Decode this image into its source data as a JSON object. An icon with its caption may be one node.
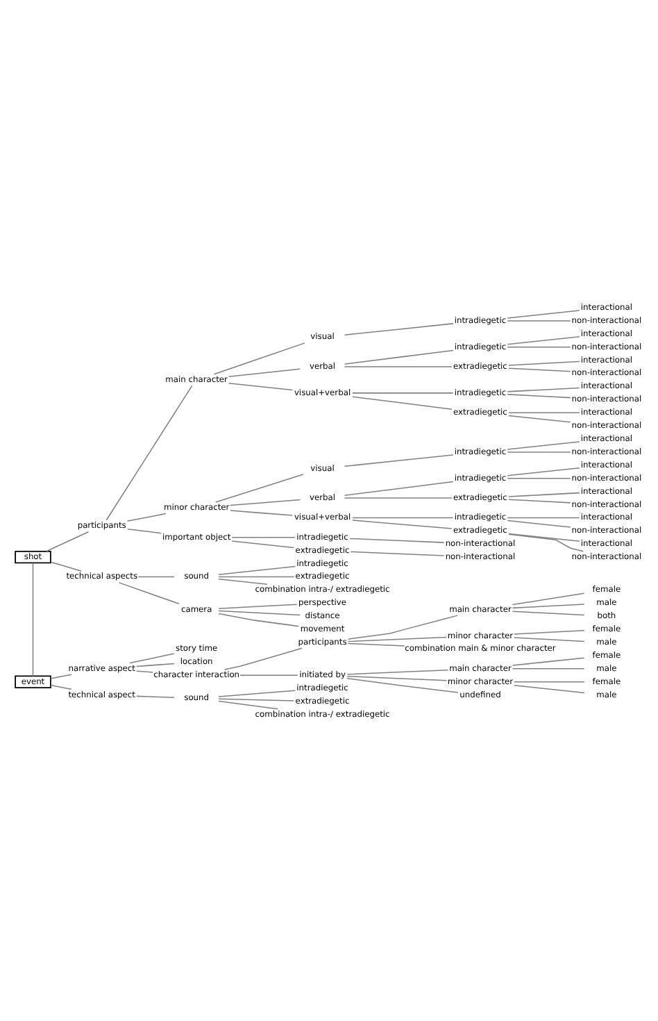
{
  "diagram": {
    "nodes": [
      {
        "text": [
          "shot"
        ]
      },
      {
        "text": [
          "participants"
        ]
      },
      {
        "text": [
          "main character"
        ]
      },
      {
        "text": [
          "visual"
        ]
      },
      {
        "text": [
          "intradiegetic"
        ]
      },
      {
        "text": [
          "interactional"
        ]
      },
      {
        "text": [
          "non-interactional"
        ]
      },
      {
        "text": [
          "verbal"
        ]
      },
      {
        "text": [
          "intradiegetic"
        ]
      },
      {
        "text": [
          "interactional"
        ]
      },
      {
        "text": [
          "non-interactional"
        ]
      },
      {
        "text": [
          "extradiegetic"
        ]
      },
      {
        "text": [
          "interactional"
        ]
      },
      {
        "text": [
          "non-interactional"
        ]
      },
      {
        "text": [
          "visual+verbal"
        ]
      },
      {
        "text": [
          "intradiegetic"
        ]
      },
      {
        "text": [
          "interactional"
        ]
      },
      {
        "text": [
          "non-interactional"
        ]
      },
      {
        "text": [
          "extradiegetic"
        ]
      },
      {
        "text": [
          "interactional"
        ]
      },
      {
        "text": [
          "non-interactional"
        ]
      },
      {
        "text": [
          "minor character"
        ]
      },
      {
        "text": [
          "visual"
        ]
      },
      {
        "text": [
          "intradiegetic"
        ]
      },
      {
        "text": [
          "interactional"
        ]
      },
      {
        "text": [
          "non-interactional"
        ]
      },
      {
        "text": [
          "verbal"
        ]
      },
      {
        "text": [
          "intradiegetic"
        ]
      },
      {
        "text": [
          "interactional"
        ]
      },
      {
        "text": [
          "non-interactional"
        ]
      },
      {
        "text": [
          "extradiegetic"
        ]
      },
      {
        "text": [
          "interactional"
        ]
      },
      {
        "text": [
          "non-interactional"
        ]
      },
      {
        "text": [
          "visual+verbal"
        ]
      },
      {
        "text": [
          "intradiegetic"
        ]
      },
      {
        "text": [
          "interactional"
        ]
      },
      {
        "text": [
          "non-interactional"
        ]
      },
      {
        "text": [
          "extradiegetic"
        ]
      },
      {
        "text": [
          "interactional"
        ]
      },
      {
        "text": [
          "non-interactional"
        ]
      },
      {
        "text": [
          "important object"
        ]
      },
      {
        "text": [
          "intradiegetic"
        ]
      },
      {
        "text": [
          "non-interactional"
        ]
      },
      {
        "text": [
          "extradiegetic"
        ]
      },
      {
        "text": [
          "non-interactional"
        ]
      },
      {
        "text": [
          "technical aspects"
        ]
      },
      {
        "text": [
          "sound"
        ]
      },
      {
        "text": [
          "intradiegetic"
        ]
      },
      {
        "text": [
          "extradiegetic"
        ]
      },
      {
        "text": [
          "combination intra-/ extradiegetic"
        ]
      },
      {
        "text": [
          "camera"
        ]
      },
      {
        "text": [
          "perspective"
        ]
      },
      {
        "text": [
          "distance"
        ]
      },
      {
        "text": [
          "movement"
        ]
      },
      {
        "text": [
          "event"
        ]
      },
      {
        "text": [
          "narrative aspect"
        ]
      },
      {
        "text": [
          "story time"
        ]
      },
      {
        "text": [
          "location"
        ]
      },
      {
        "text": [
          "character interaction"
        ]
      },
      {
        "text": [
          "participants"
        ]
      },
      {
        "text": [
          "main character"
        ]
      },
      {
        "text": [
          "female"
        ]
      },
      {
        "text": [
          "male"
        ]
      },
      {
        "text": [
          "both"
        ]
      },
      {
        "text": [
          "minor character"
        ]
      },
      {
        "text": [
          "female"
        ]
      },
      {
        "text": [
          "male"
        ]
      },
      {
        "text": [
          "combination main & minor character"
        ]
      },
      {
        "text": [
          "initiated by"
        ]
      },
      {
        "text": [
          "main character"
        ]
      },
      {
        "text": [
          "female"
        ]
      },
      {
        "text": [
          "male"
        ]
      },
      {
        "text": [
          "minor character"
        ]
      },
      {
        "text": [
          "female"
        ]
      },
      {
        "text": [
          "male"
        ]
      },
      {
        "text": [
          "undefined"
        ]
      },
      {
        "text": [
          "technical aspect"
        ]
      },
      {
        "text": [
          "sound"
        ]
      },
      {
        "text": [
          "intradiegetic"
        ]
      },
      {
        "text": [
          "extradiegetic"
        ]
      },
      {
        "text": [
          "combination intra-/ extradiegetic"
        ]
      }
    ],
    "edges": [
      {
        "from": 0,
        "to": 54,
        "arrow": "none"
      },
      {
        "from": 0,
        "to": 1,
        "arrow": "none"
      },
      {
        "from": 1,
        "to": 2,
        "arrow": "none"
      },
      {
        "from": 2,
        "to": 3,
        "arrow": "none"
      },
      {
        "from": 3,
        "to": 4,
        "arrow": "none"
      },
      {
        "from": 4,
        "to": 5,
        "arrow": "none"
      },
      {
        "from": 4,
        "to": 6,
        "arrow": "none"
      },
      {
        "from": 2,
        "to": 7,
        "arrow": "none"
      },
      {
        "from": 7,
        "to": 8,
        "arrow": "none"
      },
      {
        "from": 8,
        "to": 9,
        "arrow": "none"
      },
      {
        "from": 8,
        "to": 10,
        "arrow": "none"
      },
      {
        "from": 7,
        "to": 11,
        "arrow": "none"
      },
      {
        "from": 11,
        "to": 12,
        "arrow": "none"
      },
      {
        "from": 11,
        "to": 13,
        "arrow": "none"
      },
      {
        "from": 2,
        "to": 14,
        "arrow": "none"
      },
      {
        "from": 14,
        "to": 15,
        "arrow": "none"
      },
      {
        "from": 15,
        "to": 16,
        "arrow": "none"
      },
      {
        "from": 15,
        "to": 17,
        "arrow": "none"
      },
      {
        "from": 14,
        "to": 18,
        "arrow": "none"
      },
      {
        "from": 18,
        "to": 19,
        "arrow": "none"
      },
      {
        "from": 18,
        "to": 20,
        "arrow": "none"
      },
      {
        "from": 1,
        "to": 21,
        "arrow": "none"
      },
      {
        "from": 21,
        "to": 22,
        "arrow": "none"
      },
      {
        "from": 22,
        "to": 23,
        "arrow": "none"
      },
      {
        "from": 23,
        "to": 24,
        "arrow": "none"
      },
      {
        "from": 23,
        "to": 25,
        "arrow": "none"
      },
      {
        "from": 21,
        "to": 26,
        "arrow": "none"
      },
      {
        "from": 26,
        "to": 27,
        "arrow": "none"
      },
      {
        "from": 27,
        "to": 28,
        "arrow": "none"
      },
      {
        "from": 27,
        "to": 29,
        "arrow": "none"
      },
      {
        "from": 26,
        "to": 30,
        "arrow": "none"
      },
      {
        "from": 30,
        "to": 31,
        "arrow": "none"
      },
      {
        "from": 30,
        "to": 32,
        "arrow": "none"
      },
      {
        "from": 21,
        "to": 33,
        "arrow": "none"
      },
      {
        "from": 33,
        "to": 34,
        "arrow": "none"
      },
      {
        "from": 34,
        "to": 35,
        "arrow": "none"
      },
      {
        "from": 34,
        "to": 36,
        "arrow": "none"
      },
      {
        "from": 33,
        "to": 37,
        "arrow": "none"
      },
      {
        "from": 37,
        "to": 38,
        "arrow": "none"
      },
      {
        "from": 37,
        "to": 39,
        "arrow": "none"
      },
      {
        "from": 1,
        "to": 40,
        "arrow": "none"
      },
      {
        "from": 40,
        "to": 41,
        "arrow": "none"
      },
      {
        "from": 41,
        "to": 42,
        "arrow": "none"
      },
      {
        "from": 40,
        "to": 43,
        "arrow": "none"
      },
      {
        "from": 43,
        "to": 44,
        "arrow": "none"
      },
      {
        "from": 0,
        "to": 45,
        "arrow": "none"
      },
      {
        "from": 45,
        "to": 46,
        "arrow": "none"
      },
      {
        "from": 46,
        "to": 47,
        "arrow": "none"
      },
      {
        "from": 46,
        "to": 48,
        "arrow": "none"
      },
      {
        "from": 46,
        "to": 49,
        "arrow": "none"
      },
      {
        "from": 45,
        "to": 50,
        "arrow": "none"
      },
      {
        "from": 50,
        "to": 51,
        "arrow": "none"
      },
      {
        "from": 50,
        "to": 52,
        "arrow": "none"
      },
      {
        "from": 50,
        "to": 53,
        "arrow": "none"
      },
      {
        "from": 54,
        "to": 55,
        "arrow": "none"
      },
      {
        "from": 55,
        "to": 56,
        "arrow": "none"
      },
      {
        "from": 55,
        "to": 57,
        "arrow": "none"
      },
      {
        "from": 55,
        "to": 58,
        "arrow": "none"
      },
      {
        "from": 58,
        "to": 59,
        "arrow": "none"
      },
      {
        "from": 59,
        "to": 60,
        "arrow": "none"
      },
      {
        "from": 60,
        "to": 61,
        "arrow": "none"
      },
      {
        "from": 60,
        "to": 62,
        "arrow": "none"
      },
      {
        "from": 60,
        "to": 63,
        "arrow": "none"
      },
      {
        "from": 59,
        "to": 64,
        "arrow": "none"
      },
      {
        "from": 64,
        "to": 65,
        "arrow": "none"
      },
      {
        "from": 64,
        "to": 66,
        "arrow": "none"
      },
      {
        "from": 59,
        "to": 67,
        "arrow": "none"
      },
      {
        "from": 58,
        "to": 68,
        "arrow": "none"
      },
      {
        "from": 68,
        "to": 69,
        "arrow": "none"
      },
      {
        "from": 69,
        "to": 70,
        "arrow": "none"
      },
      {
        "from": 69,
        "to": 71,
        "arrow": "none"
      },
      {
        "from": 68,
        "to": 72,
        "arrow": "none"
      },
      {
        "from": 72,
        "to": 73,
        "arrow": "none"
      },
      {
        "from": 72,
        "to": 74,
        "arrow": "none"
      },
      {
        "from": 68,
        "to": 75,
        "arrow": "none"
      },
      {
        "from": 54,
        "to": 76,
        "arrow": "none"
      },
      {
        "from": 76,
        "to": 77,
        "arrow": "none"
      },
      {
        "from": 77,
        "to": 78,
        "arrow": "none"
      },
      {
        "from": 77,
        "to": 79,
        "arrow": "none"
      },
      {
        "from": 77,
        "to": 80,
        "arrow": "none"
      }
    ]
  }
}
